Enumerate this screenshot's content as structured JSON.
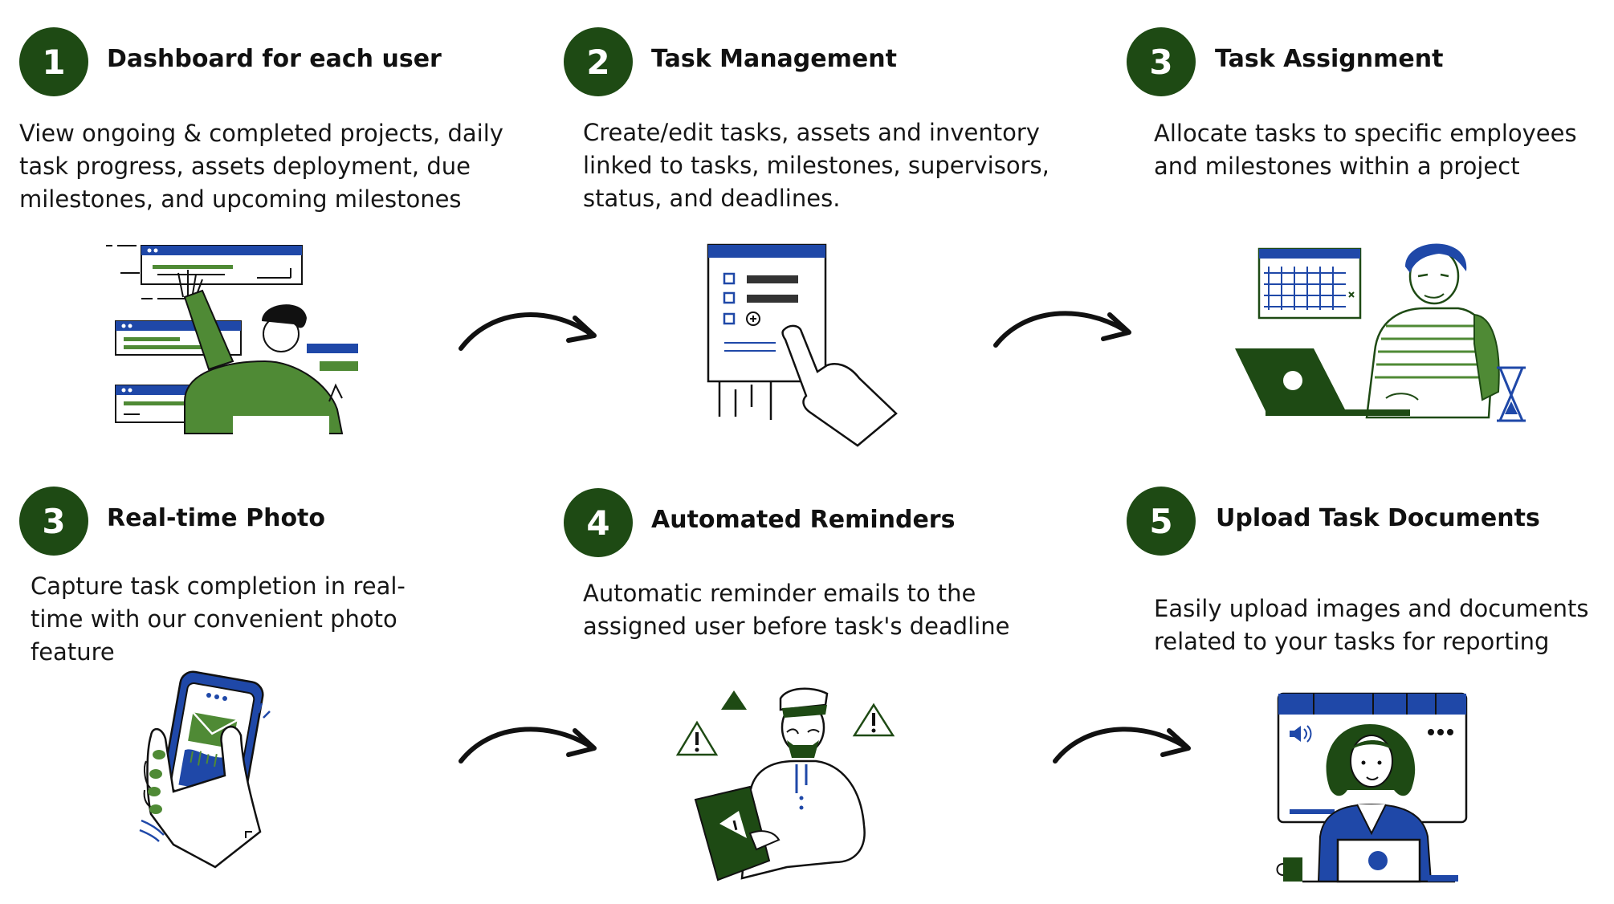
{
  "colors": {
    "badge": "#1e4a14",
    "accent_blue": "#1f48a8",
    "accent_green": "#4f8a35",
    "dark_green": "#1e4a14"
  },
  "steps": [
    {
      "number": "1",
      "title": "Dashboard for each user",
      "lines": [
        "View ongoing & completed projects, daily",
        "task progress, assets deployment, due",
        "milestones, and upcoming milestones"
      ],
      "illustration": "person-dashboard-icon"
    },
    {
      "number": "2",
      "title": "Task Management",
      "lines": [
        "Create/edit tasks, assets and inventory",
        "linked to tasks, milestones, supervisors,",
        "status, and deadlines."
      ],
      "illustration": "checklist-hand-icon"
    },
    {
      "number": "3",
      "title": "Task Assignment",
      "lines": [
        "Allocate tasks to specific employees",
        "and milestones within a project"
      ],
      "illustration": "person-laptop-calendar-icon"
    },
    {
      "number": "3",
      "title": "Real-time Photo",
      "lines": [
        "Capture task completion in real-",
        "time with our convenient photo",
        "feature"
      ],
      "illustration": "phone-hand-icon"
    },
    {
      "number": "4",
      "title": "Automated Reminders",
      "lines": [
        "Automatic reminder emails to the",
        "assigned user before task's deadline"
      ],
      "illustration": "person-warning-icon"
    },
    {
      "number": "5",
      "title": "Upload Task Documents",
      "lines": [
        "Easily upload images and documents",
        "related to your tasks for reporting"
      ],
      "illustration": "woman-video-call-icon"
    }
  ],
  "arrows": [
    "arrow-right-icon",
    "arrow-right-icon",
    "arrow-right-icon",
    "arrow-right-icon"
  ]
}
